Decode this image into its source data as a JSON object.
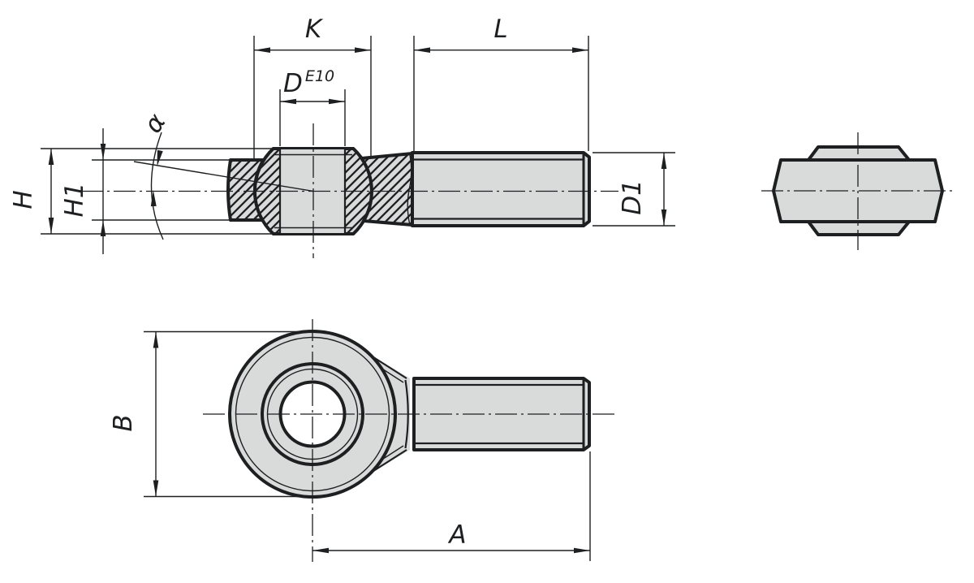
{
  "drawing_title": "",
  "colors": {
    "background": "#ffffff",
    "line": "#1d1f20",
    "surface_fill": "#d9dbdb"
  },
  "views": {
    "section": {
      "description": "side section view of rod end with threaded shank",
      "dims": {
        "k": "K",
        "d": "D",
        "d_sup": "E10",
        "l": "L",
        "alpha": "α",
        "h": "H",
        "h1": "H1",
        "d1": "D1"
      }
    },
    "front": {
      "description": "front view of rod end eye with bore",
      "dims": {
        "b": "B",
        "a": "A"
      }
    },
    "end": {
      "description": "end view of ball housing",
      "dims": {}
    }
  }
}
